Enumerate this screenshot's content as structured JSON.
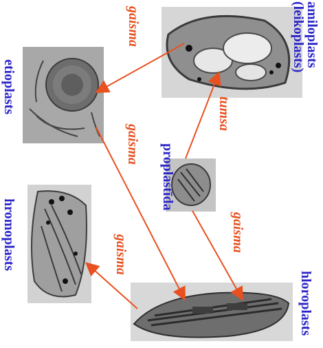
{
  "labels": {
    "amiloplasts_line1": "amiloplasts",
    "amiloplasts_line2": "(leikoplasts)",
    "etioplasts": "etioplasts",
    "proplastida": "proplastīda",
    "hloroplasts": "hloroplasts",
    "hromoplasts": "hromoplasts"
  },
  "arrow_labels": {
    "top": "gaisma",
    "middle_left": "gaisma",
    "tumsa": "tumsa",
    "right": "gaisma",
    "bottom_left": "gaisma"
  },
  "colors": {
    "label_blue": "#2b25c9",
    "arrow_red": "#e8501f"
  }
}
